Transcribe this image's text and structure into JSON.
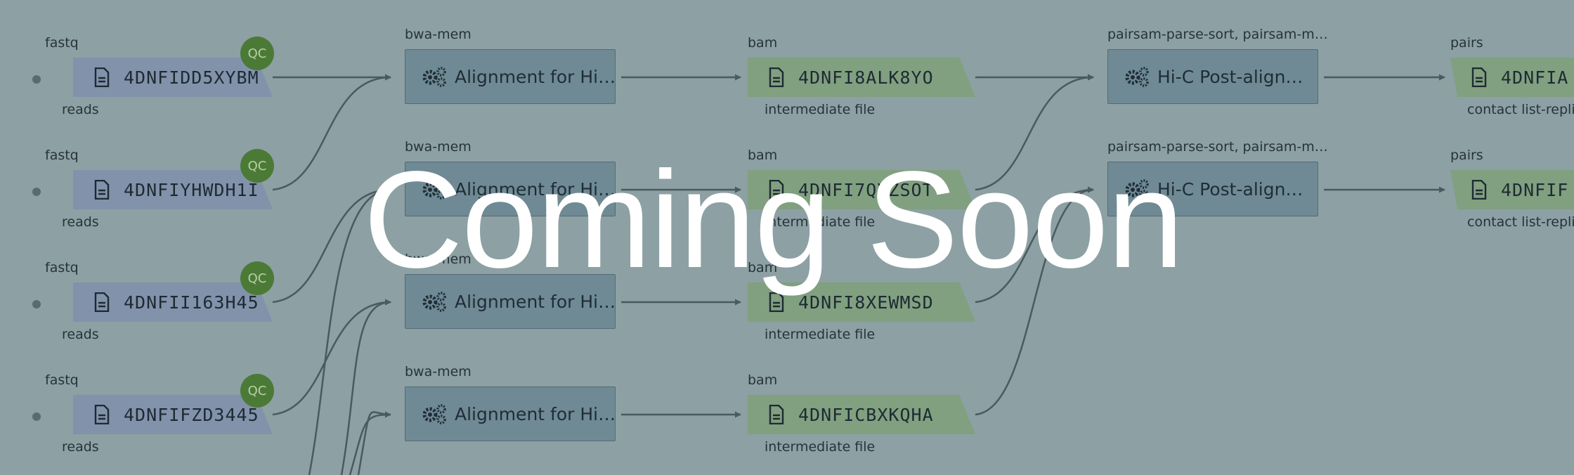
{
  "inputs": [
    {
      "type_label": "fastq",
      "accession": "4DNFIDD5XYBM",
      "role": "reads",
      "qc": "QC"
    },
    {
      "type_label": "fastq",
      "accession": "4DNFIYHWDH1I",
      "role": "reads",
      "qc": "QC"
    },
    {
      "type_label": "fastq",
      "accession": "4DNFII163H45",
      "role": "reads",
      "qc": "QC"
    },
    {
      "type_label": "fastq",
      "accession": "4DNFIFZD3445",
      "role": "reads",
      "qc": "QC"
    }
  ],
  "alignment_steps": [
    {
      "tool": "bwa-mem",
      "title": "Alignment for Hi…"
    },
    {
      "tool": "bwa-mem",
      "title": "Alignment for Hi…"
    },
    {
      "tool": "bwa-mem",
      "title": "Alignment for Hi…"
    },
    {
      "tool": "bwa-mem",
      "title": "Alignment for Hi…"
    }
  ],
  "intermediates": [
    {
      "type_label": "bam",
      "accession": "4DNFI8ALK8YO",
      "role": "intermediate file"
    },
    {
      "type_label": "bam",
      "accession": "4DNFI7QYZSOT",
      "role": "intermediate file"
    },
    {
      "type_label": "bam",
      "accession": "4DNFI8XEWMSD",
      "role": "intermediate file"
    },
    {
      "type_label": "bam",
      "accession": "4DNFICBXKQHA",
      "role": "intermediate file"
    }
  ],
  "postalign_steps": [
    {
      "tool": "pairsam-parse-sort, pairsam-m…",
      "title": "Hi-C Post-align…"
    },
    {
      "tool": "pairsam-parse-sort, pairsam-m…",
      "title": "Hi-C Post-align…"
    }
  ],
  "outputs": [
    {
      "type_label": "pairs",
      "accession": "4DNFIA",
      "role": "contact list-replic"
    },
    {
      "type_label": "pairs",
      "accession": "4DNFIF",
      "role": "contact list-replic"
    }
  ],
  "overlay_text": "Coming Soon",
  "icons": {
    "file": "file-icon",
    "step": "gears-icon"
  },
  "colors": {
    "background": "#8da0a3",
    "fastq_fill": "#8292aa",
    "bam_fill": "#80a080",
    "step_fill": "#6f8a94",
    "qc_badge": "#4b7a36",
    "edge": "#4a5a5f"
  }
}
